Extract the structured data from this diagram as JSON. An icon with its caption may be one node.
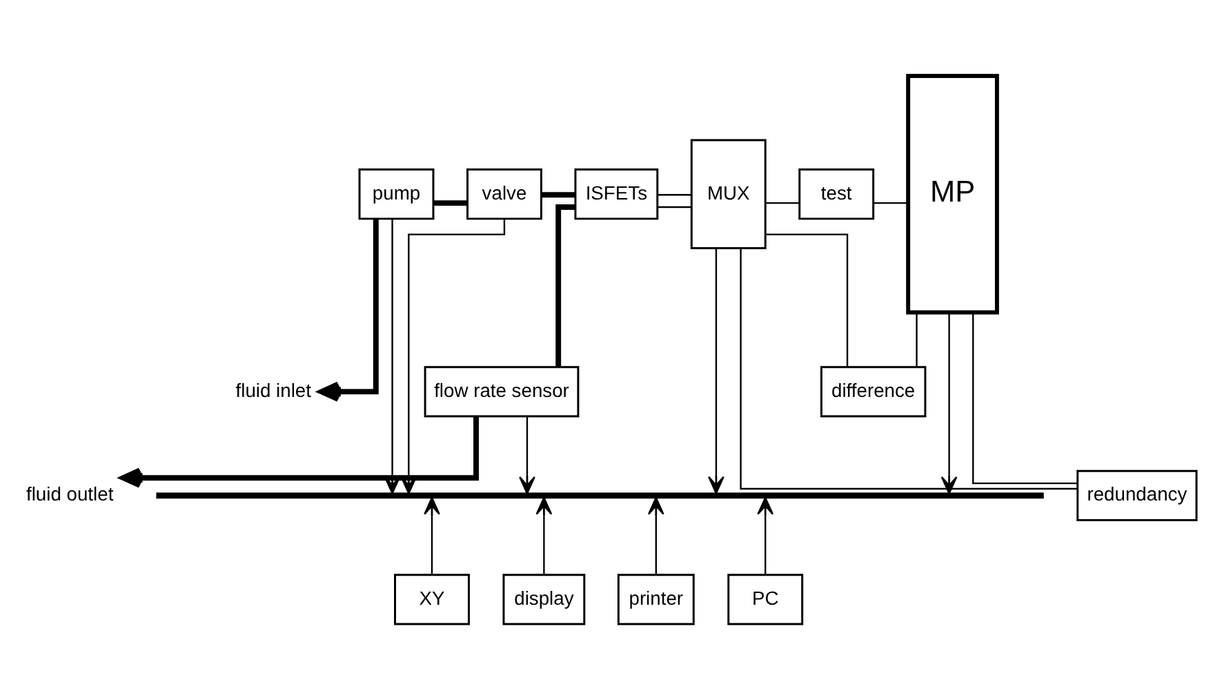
{
  "diagram": {
    "nodes": [
      {
        "text": [
          "fluid inlet"
        ]
      },
      {
        "text": [
          "pump"
        ]
      },
      {
        "text": [
          "valve"
        ]
      },
      {
        "text": [
          "ISFETs"
        ]
      },
      {
        "text": [
          "flow rate sensor"
        ]
      },
      {
        "text": [
          "fluid outlet"
        ]
      },
      {
        "text": [
          "MUX"
        ]
      },
      {
        "text": [
          "test"
        ]
      },
      {
        "text": [
          "difference"
        ]
      },
      {
        "text": [
          "redundancy"
        ]
      },
      {
        "text": [
          "MP"
        ]
      },
      {
        "text": [],
        "shape": "bar"
      },
      {
        "text": [
          "XY"
        ]
      },
      {
        "text": [
          "display"
        ]
      },
      {
        "text": [
          "printer"
        ]
      },
      {
        "text": [
          "PC"
        ]
      }
    ],
    "edges": [
      {
        "from": 1,
        "to": 0,
        "arrow": "to",
        "style": "thick"
      },
      {
        "from": 1,
        "to": 2,
        "arrow": "none",
        "style": "thick"
      },
      {
        "from": 2,
        "to": 3,
        "arrow": "none",
        "style": "thick"
      },
      {
        "from": 3,
        "to": 4,
        "arrow": "none",
        "style": "thick"
      },
      {
        "from": 4,
        "to": 5,
        "arrow": "to",
        "style": "thick"
      },
      {
        "from": 3,
        "to": 6,
        "arrow": "none"
      },
      {
        "from": 3,
        "to": 6,
        "arrow": "none"
      },
      {
        "from": 6,
        "to": 7,
        "arrow": "none"
      },
      {
        "from": 6,
        "to": 8,
        "arrow": "none"
      },
      {
        "from": 6,
        "to": 9,
        "arrow": "none"
      },
      {
        "from": 7,
        "to": 10,
        "arrow": "none"
      },
      {
        "from": 8,
        "to": 10,
        "arrow": "none"
      },
      {
        "from": 9,
        "to": 10,
        "arrow": "none"
      },
      {
        "from": 1,
        "to": 11,
        "arrow": "to"
      },
      {
        "from": 2,
        "to": 11,
        "arrow": "to"
      },
      {
        "from": 4,
        "to": 11,
        "arrow": "to"
      },
      {
        "from": 6,
        "to": 11,
        "arrow": "to"
      },
      {
        "from": 10,
        "to": 11,
        "arrow": "to"
      },
      {
        "from": 12,
        "to": 11,
        "arrow": "to"
      },
      {
        "from": 13,
        "to": 11,
        "arrow": "to"
      },
      {
        "from": 14,
        "to": 11,
        "arrow": "to"
      },
      {
        "from": 15,
        "to": 11,
        "arrow": "to"
      }
    ]
  }
}
